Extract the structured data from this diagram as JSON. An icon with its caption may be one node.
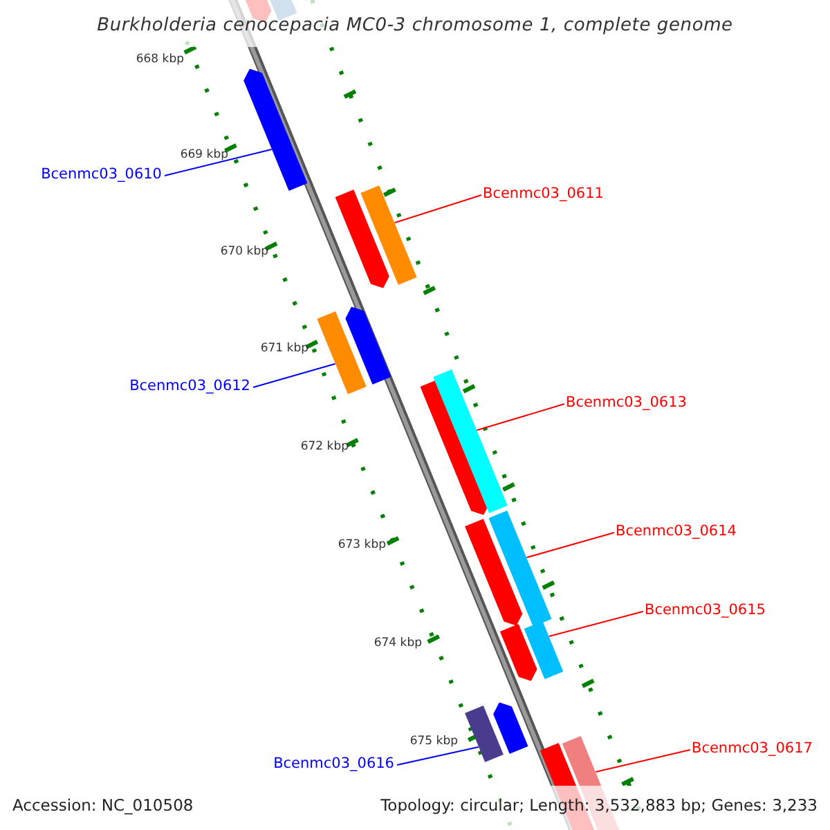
{
  "diagram": {
    "title": "Burkholderia cenocepacia MC0-3 chromosome 1, complete genome",
    "nodes": [
      {
        "text": [
          "Bcenmc03_0610"
        ]
      },
      {
        "text": [
          "Bcenmc03_0611"
        ]
      },
      {
        "text": [
          "Bcenmc03_0612"
        ]
      },
      {
        "text": [
          "Bcenmc03_0613"
        ]
      },
      {
        "text": [
          "Bcenmc03_0614"
        ]
      },
      {
        "text": [
          "Bcenmc03_0615"
        ]
      },
      {
        "text": [
          "Bcenmc03_0617"
        ]
      },
      {
        "text": [
          "Bcenmc03_0616"
        ]
      },
      {
        "text": [],
        "shape": "bar"
      },
      {
        "text": [],
        "shape": "bar"
      },
      {
        "text": [],
        "shape": "bar"
      },
      {
        "text": [],
        "shape": "bar"
      },
      {
        "text": [],
        "shape": "bar"
      },
      {
        "text": [],
        "shape": "bar"
      },
      {
        "text": [],
        "shape": "bar"
      },
      {
        "text": [],
        "shape": "bar"
      },
      {
        "text": [],
        "shape": "bar"
      },
      {
        "text": [],
        "shape": "bar"
      },
      {
        "text": [],
        "shape": "bar"
      },
      {
        "text": [],
        "shape": "bar"
      },
      {
        "text": [],
        "shape": "bar"
      },
      {
        "text": [],
        "shape": "bar"
      },
      {
        "text": [],
        "shape": "bar"
      },
      {
        "text": [],
        "shape": "bar"
      },
      {
        "text": [],
        "shape": "bar"
      }
    ],
    "edges": [
      {
        "from": 0,
        "to": 8,
        "arrow": "none",
        "color": "#0000ff"
      },
      {
        "from": 1,
        "to": 9,
        "arrow": "none"
      },
      {
        "from": 2,
        "to": 10,
        "arrow": "none",
        "color": "#0000ff"
      },
      {
        "from": 3,
        "to": 11,
        "arrow": "none"
      },
      {
        "from": 4,
        "to": 12,
        "arrow": "none"
      },
      {
        "from": 5,
        "to": 13,
        "arrow": "none"
      },
      {
        "from": 6,
        "to": 15,
        "arrow": "none"
      },
      {
        "from": 7,
        "to": 14,
        "arrow": "none",
        "color": "#0000ff"
      }
    ],
    "labels": [
      "668 kbp",
      "669 kbp",
      "670 kbp",
      "671 kbp",
      "672 kbp",
      "673 kbp",
      "674 kbp",
      "675 kbp",
      "Accession: NC_010508",
      "Topology: circular; Length: 3,532,883 bp; Genes: 3,233"
    ]
  }
}
